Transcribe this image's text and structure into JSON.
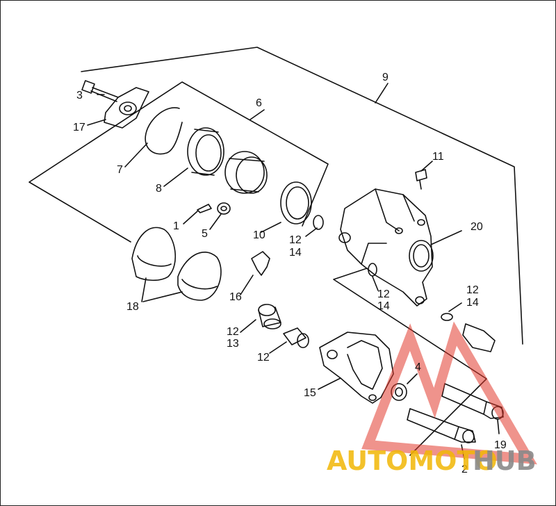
{
  "callouts": {
    "c1": "1",
    "c2": "2",
    "c3": "3",
    "c4": "4",
    "c5": "5",
    "c6": "6",
    "c7": "7",
    "c8": "8",
    "c9": "9",
    "c10": "10",
    "c11": "11",
    "c12a": "12",
    "c14a": "14",
    "c12b": "12",
    "c14b": "14",
    "c12c": "12",
    "c14c": "14",
    "c12d": "12",
    "c13": "13",
    "c12e": "12",
    "c15": "15",
    "c16": "16",
    "c17": "17",
    "c18": "18",
    "c19": "19",
    "c20": "20"
  },
  "watermark": {
    "part1": "AUTOMOTO",
    "part2": "HUB",
    "color1": "#f2b705",
    "color2": "#8a8a8a",
    "logo_color": "#e23a2e"
  },
  "colors": {
    "line": "#111111",
    "background": "#ffffff"
  }
}
